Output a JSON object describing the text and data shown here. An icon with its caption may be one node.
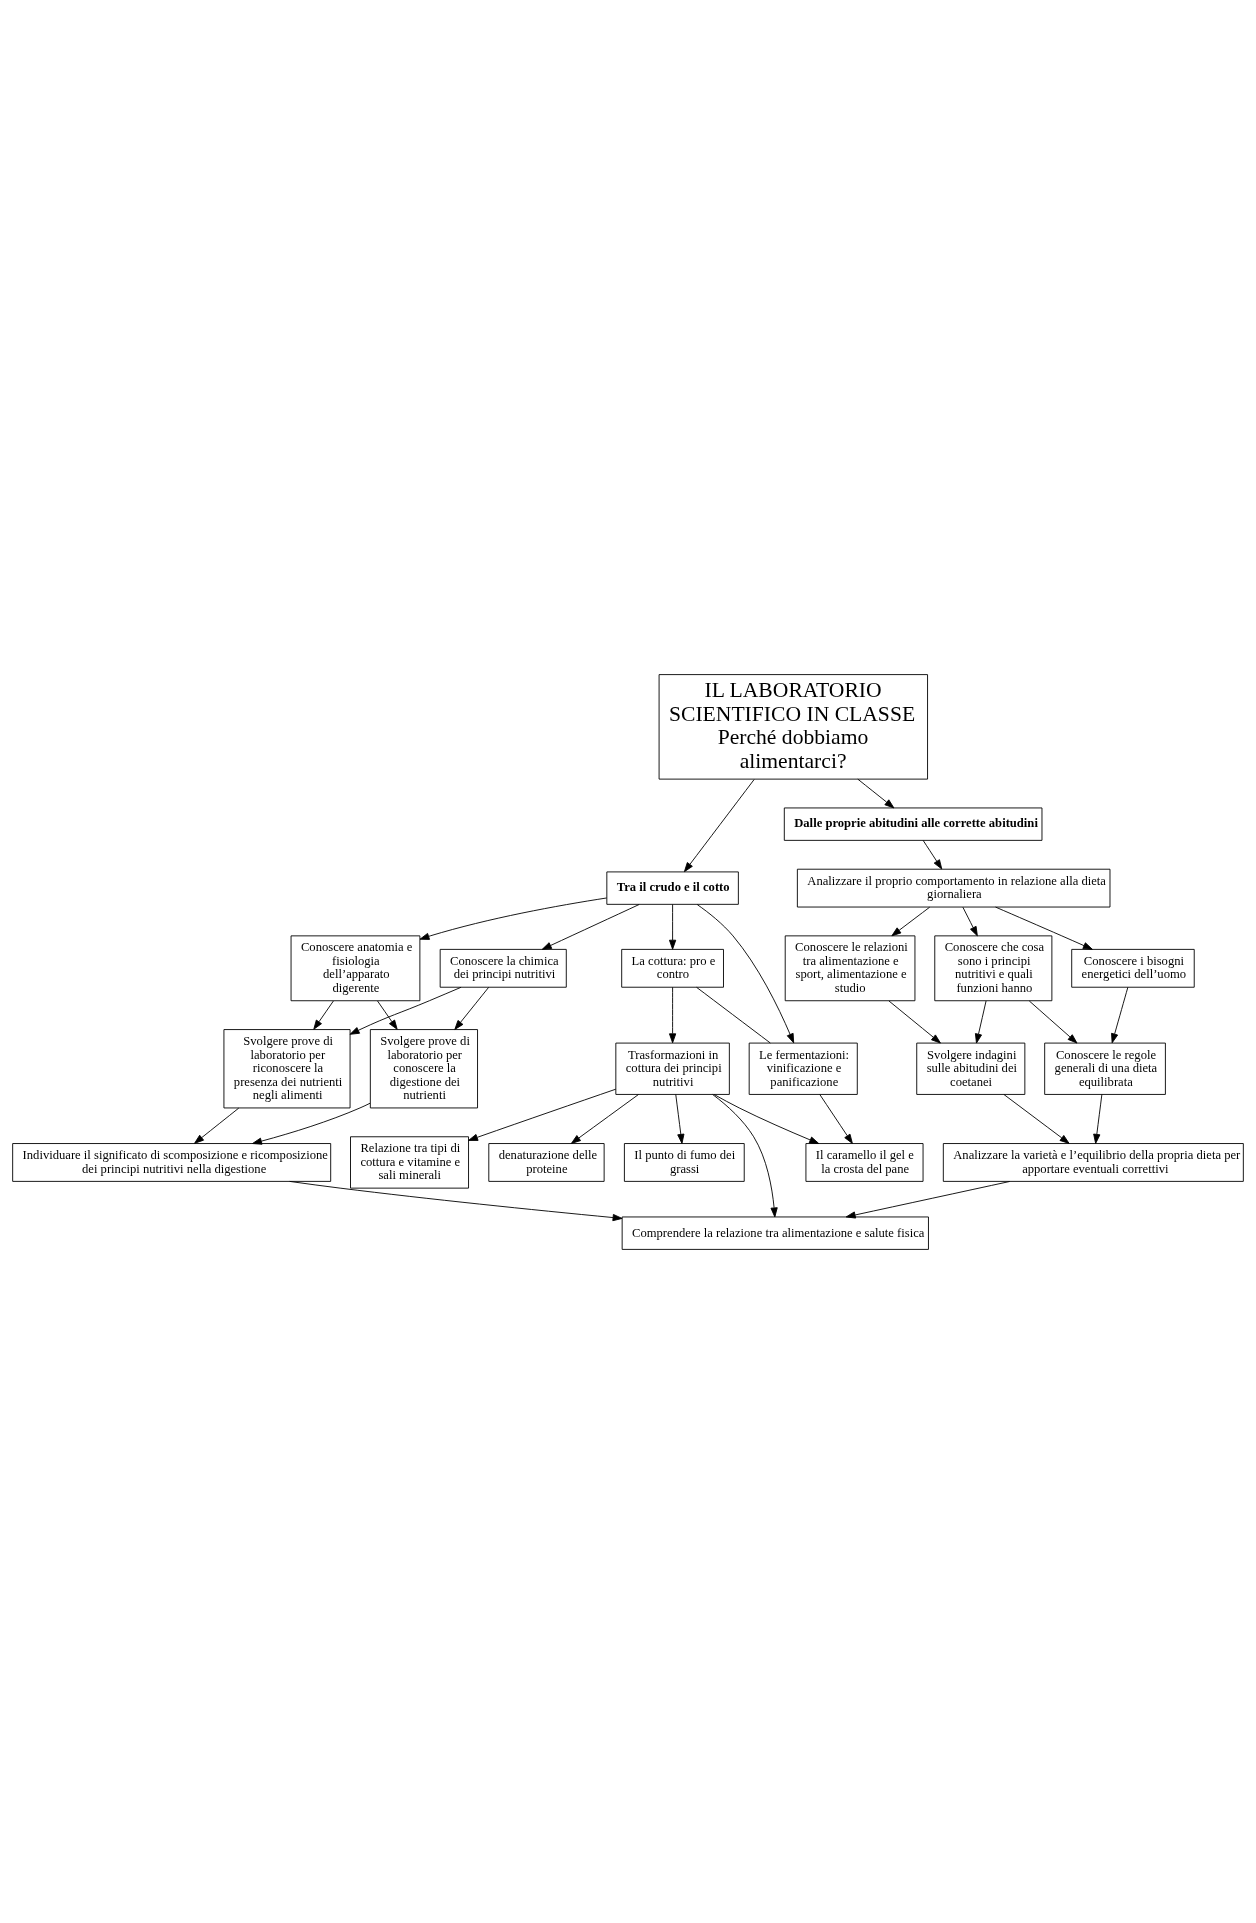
{
  "diagram": {
    "nodes": [
      {
        "text": [
          "Analizzare la varietà e l’equilibrio della propria dieta per apportare eventuali correttivi"
        ]
      },
      {
        "text": [
          "Conoscere le regole generali di una dieta equilibrata"
        ]
      },
      {
        "text": [
          "Svolgere indagini sulle abitudini dei coetanei"
        ]
      },
      {
        "text": [
          "Conoscere i bisogni energetici dell’uomo"
        ]
      },
      {
        "text": [
          "Conoscere che cosa sono i principi nutritivi e quali funzioni hanno"
        ]
      },
      {
        "text": [
          "Conoscere le relazioni tra alimentazione e sport, alimentazione e studio"
        ]
      },
      {
        "text": [
          "Analizzare il proprio comportamento in relazione alla dieta giornaliera"
        ]
      },
      {
        "text": [
          "Dalle proprie abitudini alle corrette abitudini"
        ]
      },
      {
        "text": [
          "IL LABORATORIO SCIENTIFICO IN CLASSE",
          "Perché dobbiamo alimentarci?"
        ]
      },
      {
        "text": [
          "Tra il crudo e il cotto"
        ]
      },
      {
        "text": [
          "Conoscere anatomia e fisiologia dell’apparato digerente"
        ]
      },
      {
        "text": [
          "Conoscere la chimica dei principi nutritivi"
        ]
      },
      {
        "text": [
          "La cottura: pro e contro"
        ]
      },
      {
        "text": [
          "Le fermentazioni: vinificazione e panificazione"
        ]
      },
      {
        "text": [
          "Svolgere prove di laboratorio per conoscere la digestione dei nutrienti"
        ]
      },
      {
        "text": [
          "Svolgere prove di laboratorio per riconoscere la presenza dei nutrienti negli alimenti"
        ]
      },
      {
        "text": [
          "Trasformazioni in cottura dei principi nutritivi"
        ]
      },
      {
        "text": [
          "denaturazione delle proteine"
        ]
      },
      {
        "text": [
          "Il caramello il gel e la crosta del pane"
        ]
      },
      {
        "text": [
          "Il punto di fumo dei grassi"
        ]
      },
      {
        "text": [
          "Individuare il significato di scomposizione e ricomposizione dei principi nutritivi nella digestione"
        ]
      },
      {
        "text": [
          "Relazione tra tipi di cottura e vitamine e sali minerali"
        ]
      },
      {
        "text": [
          "Comprendere la relazione tra alimentazione e salute fisica"
        ]
      }
    ],
    "edges": [
      {
        "from": 8,
        "to": 7,
        "arrow": "to"
      },
      {
        "from": 7,
        "to": 6,
        "arrow": "to"
      },
      {
        "from": 6,
        "to": 3,
        "arrow": "to"
      },
      {
        "from": 6,
        "to": 4,
        "arrow": "to"
      },
      {
        "from": 6,
        "to": 5,
        "arrow": "to"
      },
      {
        "from": 3,
        "to": 1,
        "arrow": "to"
      },
      {
        "from": 4,
        "to": 1,
        "arrow": "to"
      },
      {
        "from": 4,
        "to": 2,
        "arrow": "to"
      },
      {
        "from": 5,
        "to": 2,
        "arrow": "to"
      },
      {
        "from": 1,
        "to": 0,
        "arrow": "to"
      },
      {
        "from": 2,
        "to": 0,
        "arrow": "to"
      },
      {
        "from": 0,
        "to": 22,
        "arrow": "to"
      },
      {
        "from": 8,
        "to": 9,
        "arrow": "to"
      },
      {
        "from": 9,
        "to": 10,
        "arrow": "to"
      },
      {
        "from": 9,
        "to": 11,
        "arrow": "to"
      },
      {
        "from": 9,
        "to": 12,
        "arrow": "to"
      },
      {
        "from": 9,
        "to": 13,
        "arrow": "to"
      },
      {
        "from": 10,
        "to": 14,
        "arrow": "to"
      },
      {
        "from": 10,
        "to": 15,
        "arrow": "to"
      },
      {
        "from": 11,
        "to": 14,
        "arrow": "to"
      },
      {
        "from": 11,
        "to": 15,
        "arrow": "to"
      },
      {
        "from": 12,
        "to": 13,
        "arrow": "none"
      },
      {
        "from": 12,
        "to": 16,
        "arrow": "to"
      },
      {
        "from": 16,
        "to": 17,
        "arrow": "to"
      },
      {
        "from": 16,
        "to": 18,
        "arrow": "to"
      },
      {
        "from": 16,
        "to": 19,
        "arrow": "to"
      },
      {
        "from": 16,
        "to": 21,
        "arrow": "to"
      },
      {
        "from": 16,
        "to": 22,
        "arrow": "to"
      },
      {
        "from": 13,
        "to": 18,
        "arrow": "to"
      },
      {
        "from": 14,
        "to": 20,
        "arrow": "to"
      },
      {
        "from": 15,
        "to": 20,
        "arrow": "to"
      },
      {
        "from": 20,
        "to": 22,
        "arrow": "to"
      }
    ]
  }
}
